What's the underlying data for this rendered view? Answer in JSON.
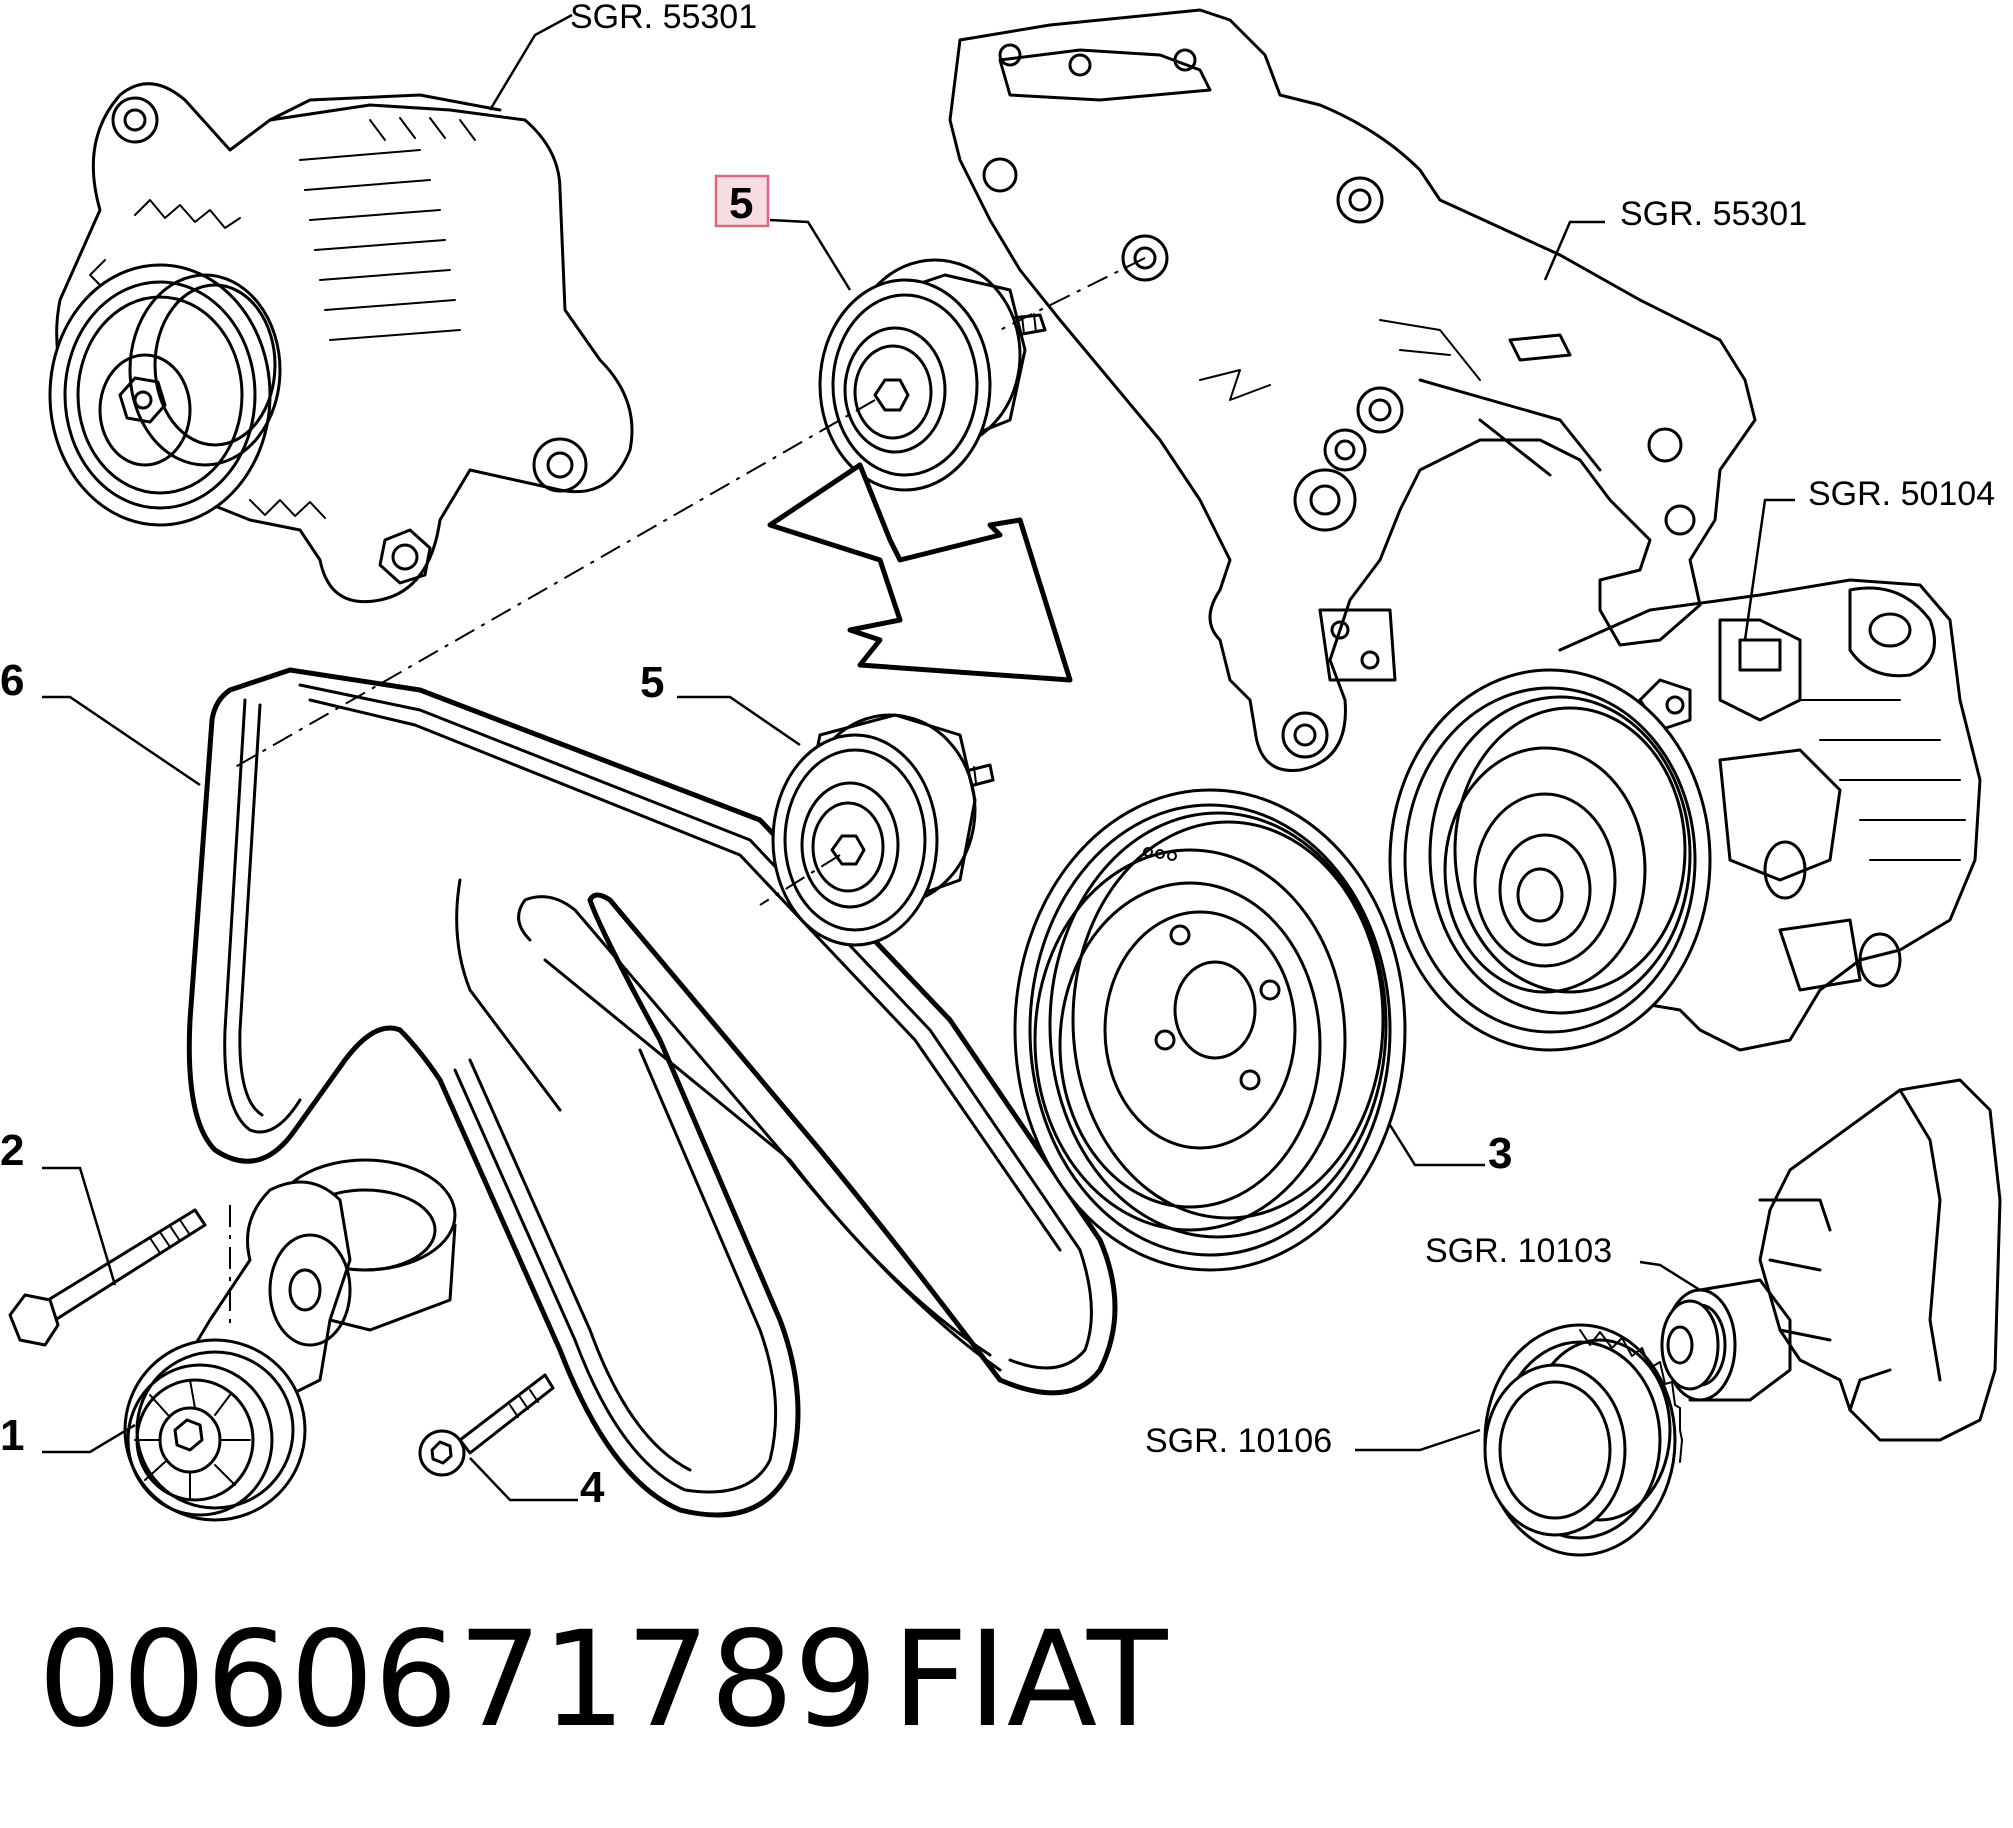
{
  "callouts": {
    "c1": "1",
    "c2": "2",
    "c3": "3",
    "c4": "4",
    "c5_highlighted": "5",
    "c5": "5",
    "c6": "6"
  },
  "references": {
    "alternator_group": "SGR. 55301",
    "bracket_group": "SGR. 55301",
    "compressor_group": "SGR. 50104",
    "crankshaft_group": "SGR. 10103",
    "gear_group": "SGR. 10106"
  },
  "caption": {
    "part_number": "0060671789",
    "brand": "FIAT"
  },
  "highlight_color": "#f5dde2"
}
